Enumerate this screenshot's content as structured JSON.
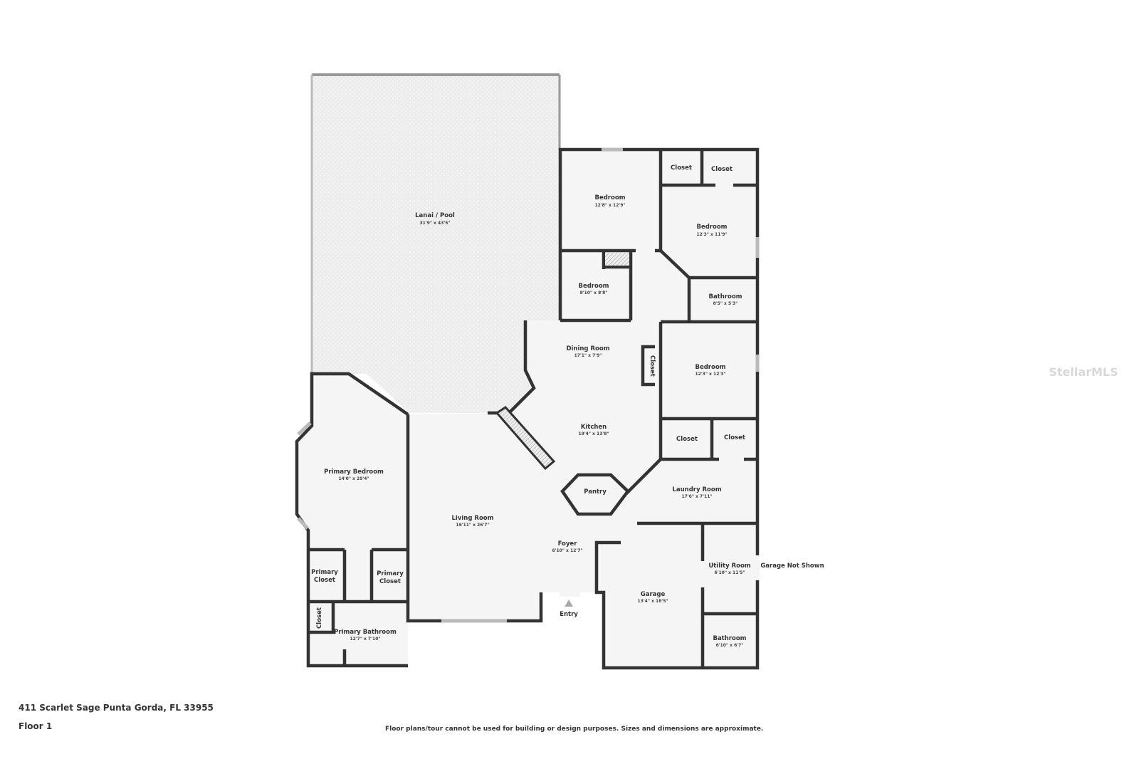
{
  "plan": {
    "address": "411 Scarlet Sage Punta Gorda, FL 33955",
    "floor": "Floor 1",
    "disclaimer": "Floor plans/tour cannot be used for building or design purposes. Sizes and dimensions are approximate.",
    "watermark": "StellarMLS",
    "garage_note": "Garage Not Shown",
    "entry": "Entry"
  },
  "rooms": {
    "lanai": {
      "name": "Lanai / Pool",
      "dim": "31'9\" x 43'5\""
    },
    "bed1": {
      "name": "Bedroom",
      "dim": "12'8\" x 12'9\""
    },
    "closet1": {
      "name": "Closet"
    },
    "closet2": {
      "name": "Closet"
    },
    "bed2": {
      "name": "Bedroom",
      "dim": "12'3\" x 11'9\""
    },
    "bed3": {
      "name": "Bedroom",
      "dim": "8'10\" x 8'8\""
    },
    "bath1": {
      "name": "Bathroom",
      "dim": "8'5\" x 5'3\""
    },
    "dining": {
      "name": "Dining Room",
      "dim": "17'1\" x 7'9\""
    },
    "closet3": {
      "name": "Closet"
    },
    "bed4": {
      "name": "Bedroom",
      "dim": "12'3\" x 12'3\""
    },
    "kitchen": {
      "name": "Kitchen",
      "dim": "19'4\" x 13'8\""
    },
    "closet4": {
      "name": "Closet"
    },
    "closet5": {
      "name": "Closet"
    },
    "pantry": {
      "name": "Pantry"
    },
    "laundry": {
      "name": "Laundry Room",
      "dim": "17'6\" x 7'11\""
    },
    "primary_bed": {
      "name": "Primary Bedroom",
      "dim": "14'0\" x 29'4\""
    },
    "living": {
      "name": "Living Room",
      "dim": "16'11\" x 26'7\""
    },
    "foyer": {
      "name": "Foyer",
      "dim": "6'10\" x 12'7\""
    },
    "pcloset1": {
      "name1": "Primary",
      "name2": "Closet"
    },
    "pcloset2": {
      "name1": "Primary",
      "name2": "Closet"
    },
    "closet6": {
      "name": "Closet"
    },
    "primary_bath": {
      "name": "Primary Bathroom",
      "dim": "12'7\" x 7'10\""
    },
    "garage": {
      "name": "Garage",
      "dim": "13'4\" x 18'5\""
    },
    "utility": {
      "name": "Utility Room",
      "dim": "6'10\" x 11'5\""
    },
    "bath2": {
      "name": "Bathroom",
      "dim": "6'10\" x 6'7\""
    }
  }
}
